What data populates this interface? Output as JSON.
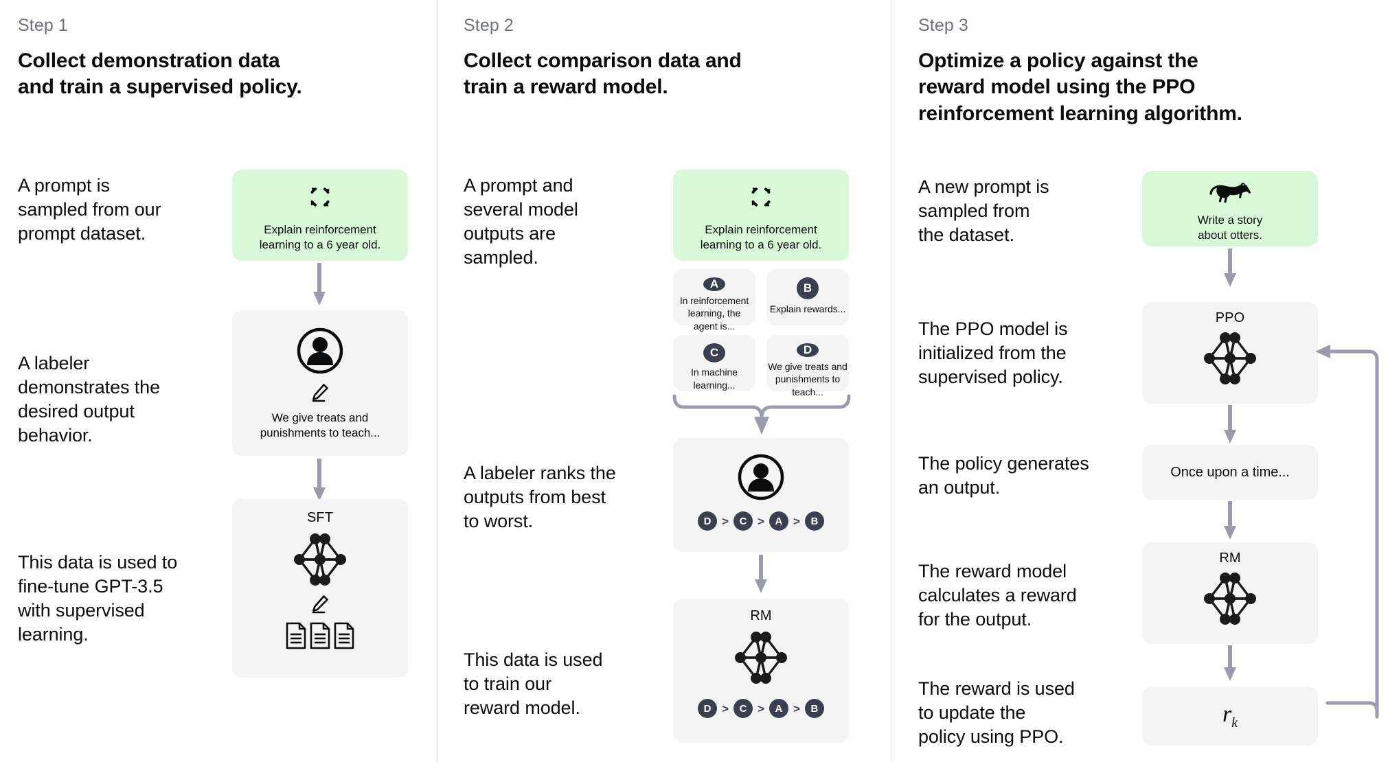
{
  "theme": {
    "background": "#ffffff",
    "card_gray": "#f4f4f4",
    "card_green": "#d9f8d8",
    "badge_navy": "#3b4050",
    "arrow_gray": "#9a9bad",
    "divider": "#e2e2e4",
    "muted_text": "#6f7378",
    "text": "#0b0c0d"
  },
  "columns": [
    {
      "step_label": "Step 1",
      "title": "Collect demonstration data\nand train a supervised policy.",
      "captions": [
        "A prompt is\nsampled from our\nprompt dataset.",
        "A labeler\ndemonstrates the\ndesired output\nbehavior.",
        "This data is used to\nfine-tune GPT-3.5\nwith supervised\nlearning."
      ],
      "cards": [
        {
          "kind": "prompt",
          "icon": "cycle-icon",
          "text": "Explain reinforcement\nlearning to a 6 year old."
        },
        {
          "kind": "labeler",
          "icon": "person-icon",
          "secondary_icon": "pencil-icon",
          "text": "We give treats and\npunishments to teach..."
        },
        {
          "kind": "model",
          "title": "SFT",
          "icon": "neural-network-icon",
          "secondary_icon": "pencil-icon",
          "tertiary_icon": "documents-icon"
        }
      ]
    },
    {
      "step_label": "Step 2",
      "title": "Collect comparison data and\ntrain a reward model.",
      "captions": [
        "A prompt and\nseveral model\noutputs are\nsampled.",
        "A labeler ranks the\noutputs from best\nto worst.",
        "This data is used\nto train our\nreward model."
      ],
      "cards": [
        {
          "kind": "prompt",
          "icon": "cycle-icon",
          "text": "Explain reinforcement\nlearning to a 6 year old."
        },
        {
          "kind": "outputs",
          "options": [
            {
              "letter": "A",
              "text": "In reinforcement\nlearning, the\nagent is..."
            },
            {
              "letter": "B",
              "text": "Explain rewards..."
            },
            {
              "letter": "C",
              "text": "In machine\nlearning..."
            },
            {
              "letter": "D",
              "text": "We give treats and\npunishments to\nteach..."
            }
          ]
        },
        {
          "kind": "ranking",
          "icon": "person-icon",
          "ranking": [
            "D",
            "C",
            "A",
            "B"
          ],
          "separator": ">"
        },
        {
          "kind": "model",
          "title": "RM",
          "icon": "neural-network-icon",
          "ranking": [
            "D",
            "C",
            "A",
            "B"
          ],
          "separator": ">"
        }
      ]
    },
    {
      "step_label": "Step 3",
      "title": "Optimize a policy against the\nreward model using the PPO\nreinforcement learning algorithm.",
      "captions": [
        "A new prompt is\nsampled from\nthe dataset.",
        "The PPO model is\ninitialized from the\nsupervised policy.",
        "The policy generates\nan output.",
        "The reward model\ncalculates a reward\nfor the output.",
        "The reward is used\nto update the\npolicy using PPO."
      ],
      "cards": [
        {
          "kind": "prompt",
          "icon": "otter-icon",
          "text": "Write a story\nabout otters."
        },
        {
          "kind": "model",
          "title": "PPO",
          "icon": "neural-network-icon"
        },
        {
          "kind": "output",
          "text": "Once upon a time..."
        },
        {
          "kind": "model",
          "title": "RM",
          "icon": "neural-network-icon"
        },
        {
          "kind": "reward",
          "symbol": "r",
          "subscript": "k"
        }
      ]
    }
  ]
}
